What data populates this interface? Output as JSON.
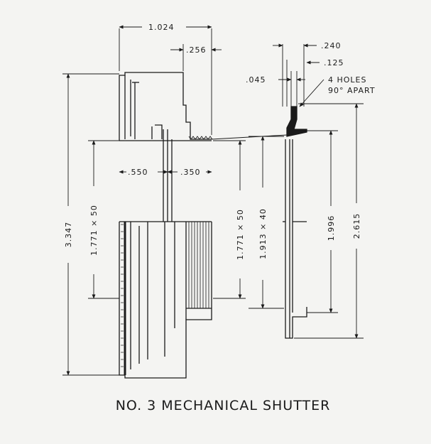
{
  "drawing": {
    "title": "NO. 3 MECHANICAL SHUTTER",
    "dimensions": {
      "overall_length": "1.024",
      "flange_width": ".256",
      "outer_flange": ".240",
      "slot_width": ".125",
      "slot_offset": ".045",
      "holes_note_line1": "4 HOLES",
      "holes_note_line2": "90° APART",
      "body_left": ".550",
      "body_right": ".350",
      "outer_diameter": "3.347",
      "thread_left": "1.771 × 50",
      "thread_center": "1.771 × 50",
      "thread_front": "1.913 × 40",
      "bore": "1.996",
      "mount_diameter": "2.615"
    },
    "colors": {
      "ink": "#1a1a1a",
      "paper": "#f4f4f2"
    }
  }
}
